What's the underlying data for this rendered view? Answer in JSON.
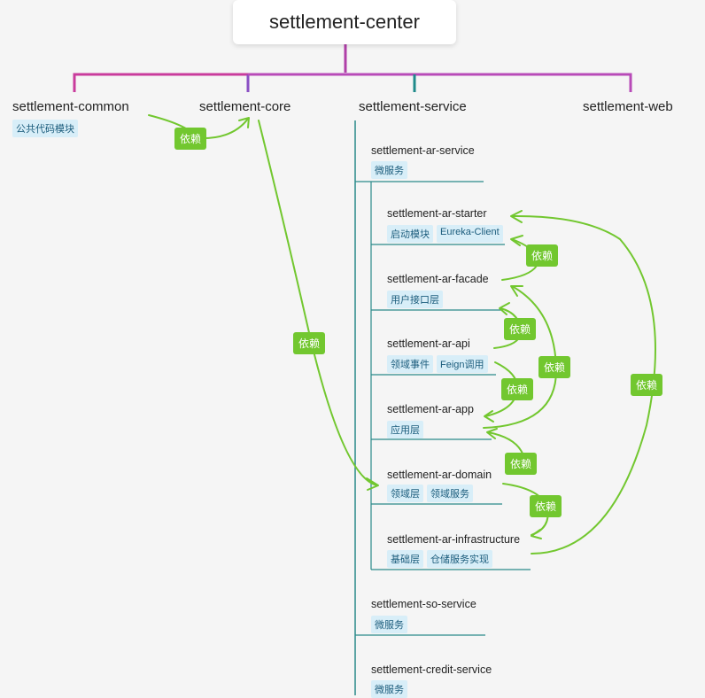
{
  "root": {
    "title": "settlement-center"
  },
  "level1": {
    "common": {
      "label": "settlement-common",
      "tag": "公共代码模块"
    },
    "core": {
      "label": "settlement-core"
    },
    "service": {
      "label": "settlement-service"
    },
    "web": {
      "label": "settlement-web"
    }
  },
  "services": {
    "ar": {
      "label": "settlement-ar-service",
      "tag": "微服务"
    },
    "so": {
      "label": "settlement-so-service",
      "tag": "微服务"
    },
    "credit": {
      "label": "settlement-credit-service",
      "tag": "微服务"
    }
  },
  "modules": [
    {
      "label": "settlement-ar-starter",
      "tags": [
        "启动模块",
        "Eureka-Client"
      ]
    },
    {
      "label": "settlement-ar-facade",
      "tags": [
        "用户接口层"
      ]
    },
    {
      "label": "settlement-ar-api",
      "tags": [
        "领域事件",
        "Feign调用"
      ]
    },
    {
      "label": "settlement-ar-app",
      "tags": [
        "应用层"
      ]
    },
    {
      "label": "settlement-ar-domain",
      "tags": [
        "领域层",
        "领域服务"
      ]
    },
    {
      "label": "settlement-ar-infrastructure",
      "tags": [
        "基础层",
        "仓储服务实现"
      ]
    }
  ],
  "dependency_label": "依赖",
  "colors": {
    "branch_magenta": "#c93b9c",
    "branch_purple": "#8a4fc4",
    "branch_teal": "#1f8a8a",
    "dependency_green": "#72c72f",
    "tag_bg": "#d8eef8"
  }
}
